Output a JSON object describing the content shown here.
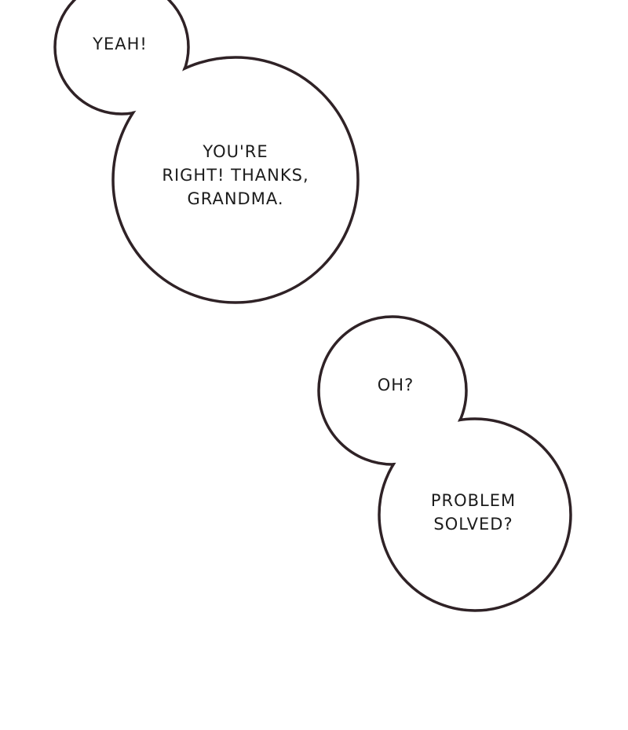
{
  "colors": {
    "outline": "#2f2226",
    "fill": "#ffffff",
    "text": "#1c1c1c"
  },
  "bubbles": [
    {
      "id": "bubble-1",
      "lines": [
        "YEAH!"
      ]
    },
    {
      "id": "bubble-2",
      "lines": [
        "YOU'RE",
        "RIGHT! THANKS,",
        "GRANDMA."
      ]
    },
    {
      "id": "bubble-3",
      "lines": [
        "OH?"
      ]
    },
    {
      "id": "bubble-4",
      "lines": [
        "PROBLEM",
        "SOLVED?"
      ]
    }
  ]
}
